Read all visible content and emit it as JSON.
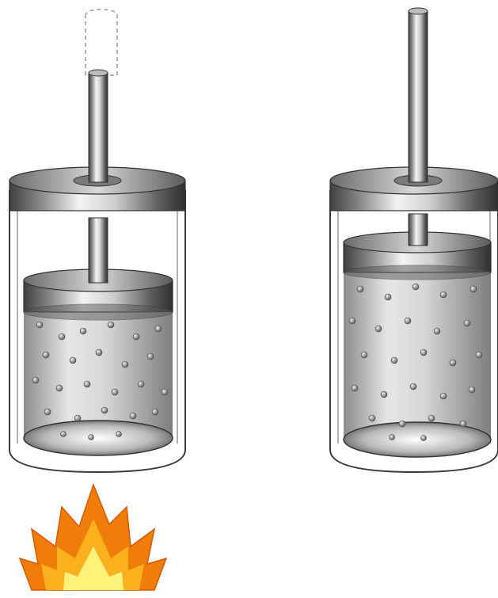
{
  "figure": {
    "apparatus": [
      {
        "id": "left",
        "piston_outline_above": "dashed",
        "heated": true,
        "heat_source_icon": "flame-icon"
      },
      {
        "id": "right",
        "piston_outline_above": "none",
        "heated": false
      }
    ],
    "colors": {
      "metal_dark": "#4a4a4a",
      "metal_light": "#f2f2f2",
      "gas": "#c8c8c8",
      "particle": "#6b6b6b",
      "flame_outer": "#f07d0a",
      "flame_mid": "#fbb01e",
      "flame_inner": "#fff27a"
    }
  }
}
